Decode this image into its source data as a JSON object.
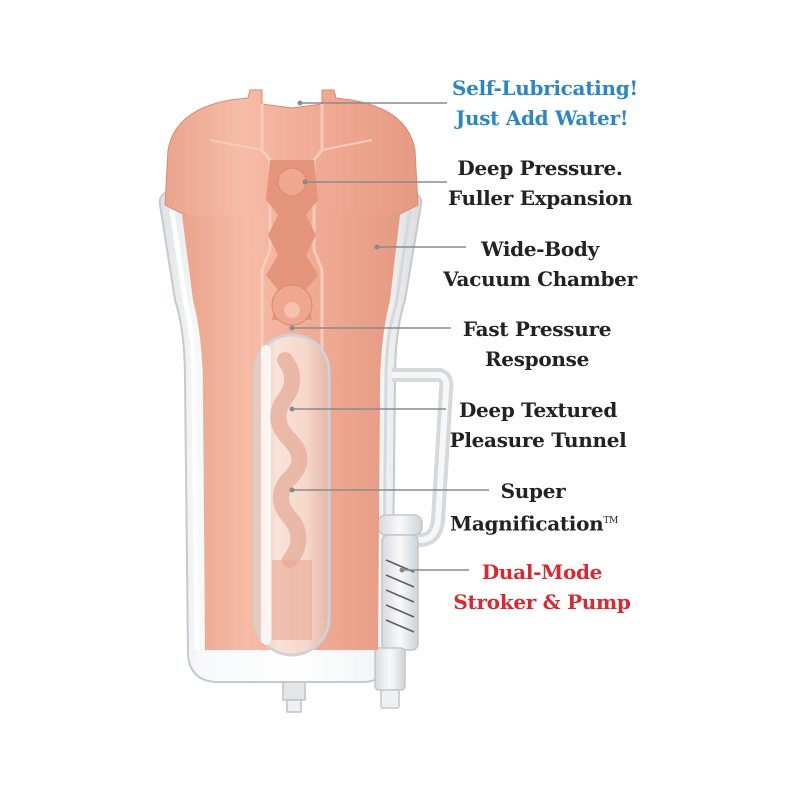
{
  "callouts": {
    "self_lubricating": {
      "line1": "Self-Lubricating!",
      "line2": "Just Add Water!"
    },
    "deep_pressure": {
      "line1": "Deep Pressure.",
      "line2": "Fuller Expansion"
    },
    "wide_body": {
      "line1": "Wide-Body",
      "line2": "Vacuum Chamber"
    },
    "fast_pressure": {
      "line1": "Fast Pressure",
      "line2": "Response"
    },
    "deep_textured": {
      "line1": "Deep Textured",
      "line2": "Pleasure Tunnel"
    },
    "super_mag": {
      "line1": "Super",
      "line2": "Magnification",
      "mark": "TM"
    },
    "dual_mode": {
      "line1": "Dual-Mode",
      "line2": "Stroker & Pump"
    }
  },
  "colors": {
    "blue": "#2a86c7",
    "dark": "#222222",
    "red": "#d9282e",
    "sleeve": "#f3b29d",
    "sleeve_shadow": "#e0937c",
    "sleeve_inner": "#f7c8b8",
    "case": "#e8eaec",
    "case_edge": "#c9cdd1",
    "leader": "#8a8a8a"
  }
}
